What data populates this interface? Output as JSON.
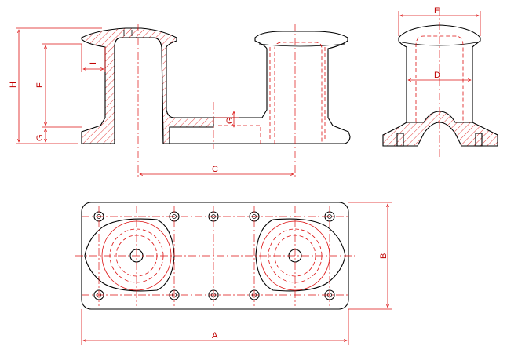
{
  "labels": {
    "A": "A",
    "B": "B",
    "C": "C",
    "D": "D",
    "E": "E",
    "F": "F",
    "G_left": "G",
    "G_mid": "G",
    "H": "H",
    "I": "I"
  },
  "colors": {
    "line": "#000000",
    "dimension": "#d11111",
    "hatch": "#d11111",
    "background": "#ffffff"
  }
}
